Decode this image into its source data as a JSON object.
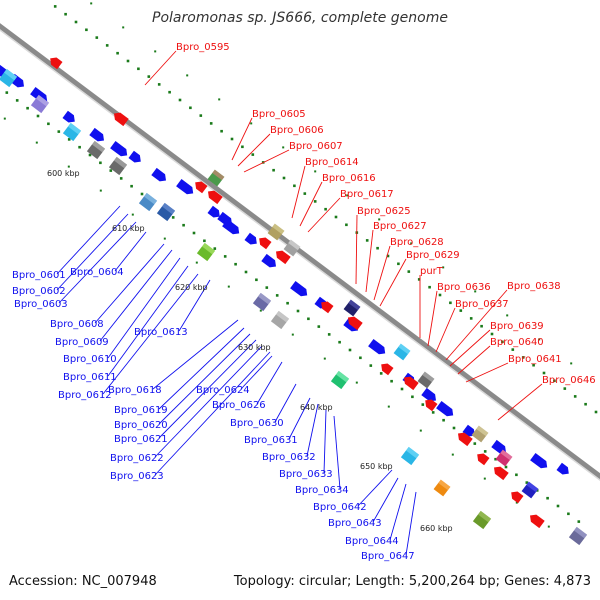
{
  "title": "Polaromonas sp. JS666, complete genome",
  "footer": {
    "accession": "Accession: NC_007948",
    "summary": "Topology: circular; Length: 5,200,264 bp; Genes: 4,873"
  },
  "colors": {
    "plus_strand": "#1010ee",
    "minus_strand": "#ee1010",
    "backbone": "#8a8a8a",
    "tick": "#1a7a1a"
  },
  "scale_labels": [
    "600 kbp",
    "610 kbp",
    "620 kbp",
    "630 kbp",
    "640 kbp",
    "650 kbp",
    "660 kbp"
  ],
  "plus_gene_labels": [
    "Bpro_0601",
    "Bpro_0602",
    "Bpro_0603",
    "Bpro_0604",
    "Bpro_0608",
    "Bpro_0609",
    "Bpro_0610",
    "Bpro_0611",
    "Bpro_0612",
    "Bpro_0613",
    "Bpro_0618",
    "Bpro_0619",
    "Bpro_0620",
    "Bpro_0621",
    "Bpro_0622",
    "Bpro_0623",
    "Bpro_0624",
    "Bpro_0626",
    "Bpro_0630",
    "Bpro_0631",
    "Bpro_0632",
    "Bpro_0633",
    "Bpro_0634",
    "Bpro_0642",
    "Bpro_0643",
    "Bpro_0644",
    "Bpro_0647"
  ],
  "minus_gene_labels": [
    "Bpro_0595",
    "Bpro_0605",
    "Bpro_0606",
    "Bpro_0607",
    "Bpro_0614",
    "Bpro_0616",
    "Bpro_0617",
    "Bpro_0625",
    "Bpro_0627",
    "Bpro_0628",
    "Bpro_0629",
    "purT",
    "Bpro_0636",
    "Bpro_0637",
    "Bpro_0638",
    "Bpro_0639",
    "Bpro_0640",
    "Bpro_0641",
    "Bpro_0646"
  ]
}
